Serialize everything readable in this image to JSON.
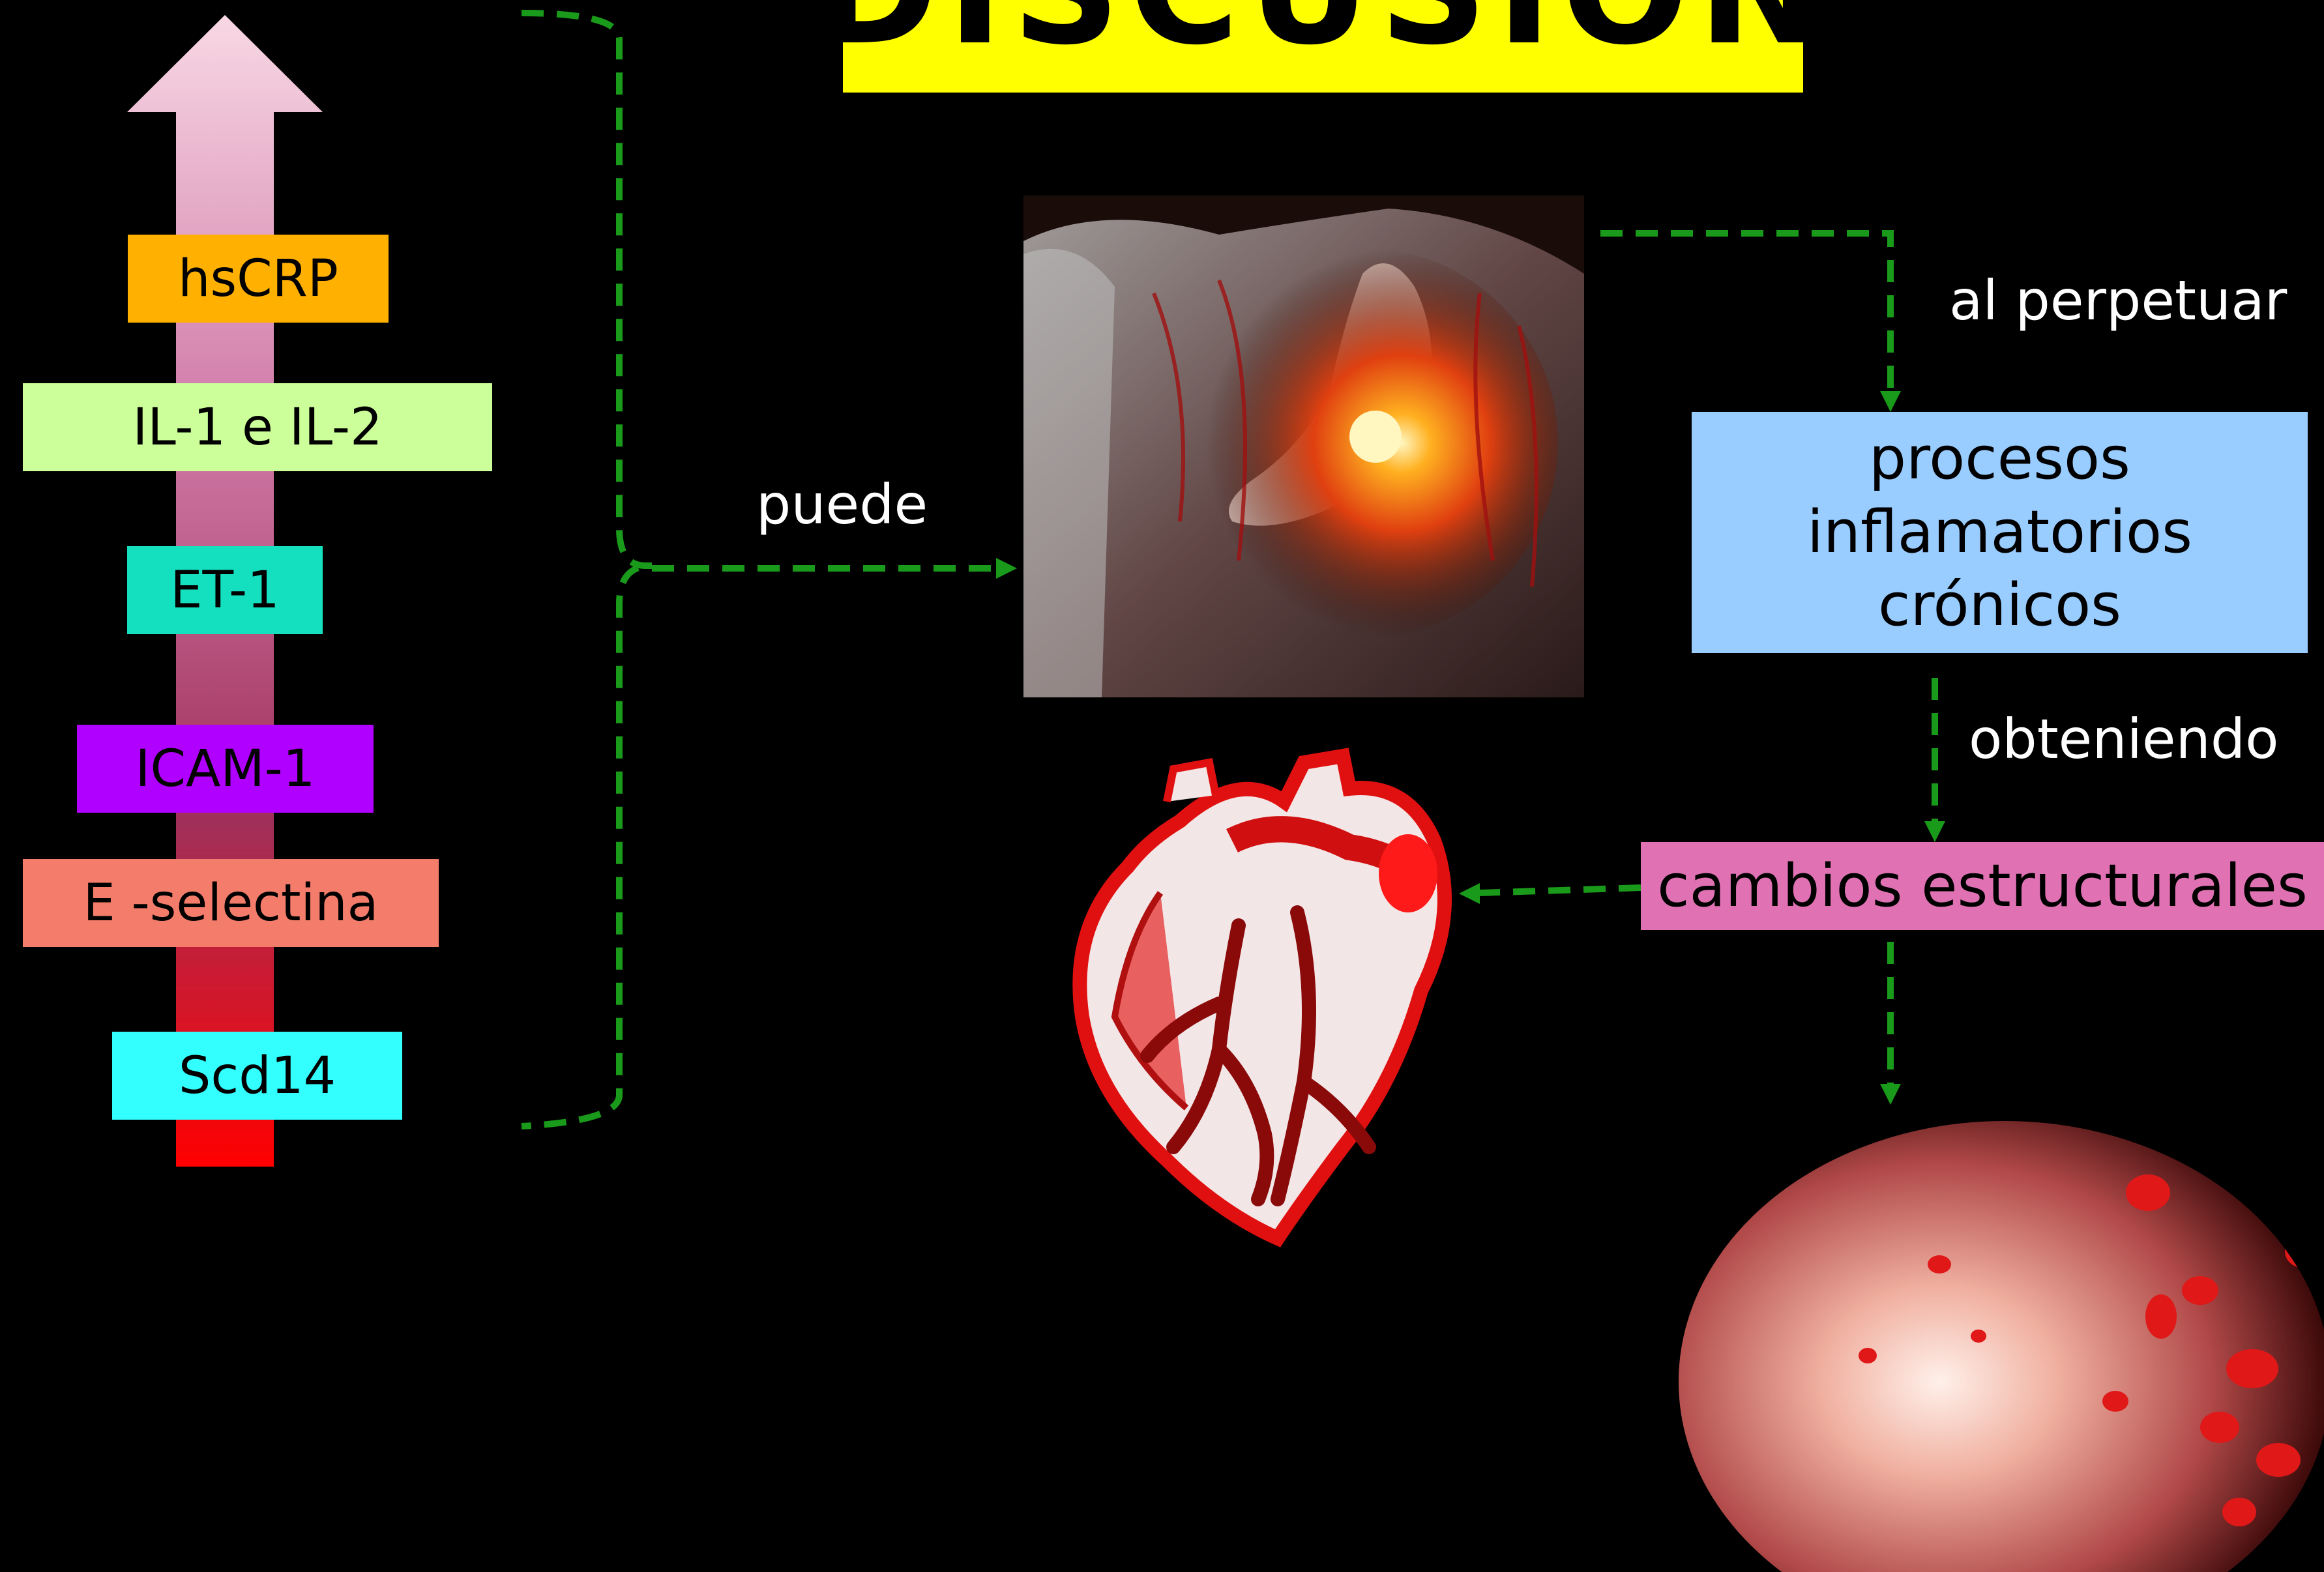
{
  "title": "DISCUSIÓN",
  "markers": [
    {
      "label": "hsCRP",
      "color": "#ffb000"
    },
    {
      "label": "IL-1 e IL-2",
      "color": "#ccff99"
    },
    {
      "label": "ET-1",
      "color": "#14e0c0"
    },
    {
      "label": "ICAM-1",
      "color": "#b000ff"
    },
    {
      "label": "E -selectina",
      "color": "#f47c6a"
    },
    {
      "label": "Scd14",
      "color": "#33ffff"
    }
  ],
  "connectors": {
    "puede": "puede",
    "al_perpetuar": "al perpetuar",
    "obteniendo": "obteniendo"
  },
  "boxes": {
    "inflammatory": [
      "procesos",
      "inflamatorios",
      "crónicos"
    ],
    "structural": "cambios estructurales"
  },
  "colors": {
    "arrow_top": "#f8d8e4",
    "arrow_bottom": "#ff0000",
    "dashed_line": "#1a9a1a"
  }
}
